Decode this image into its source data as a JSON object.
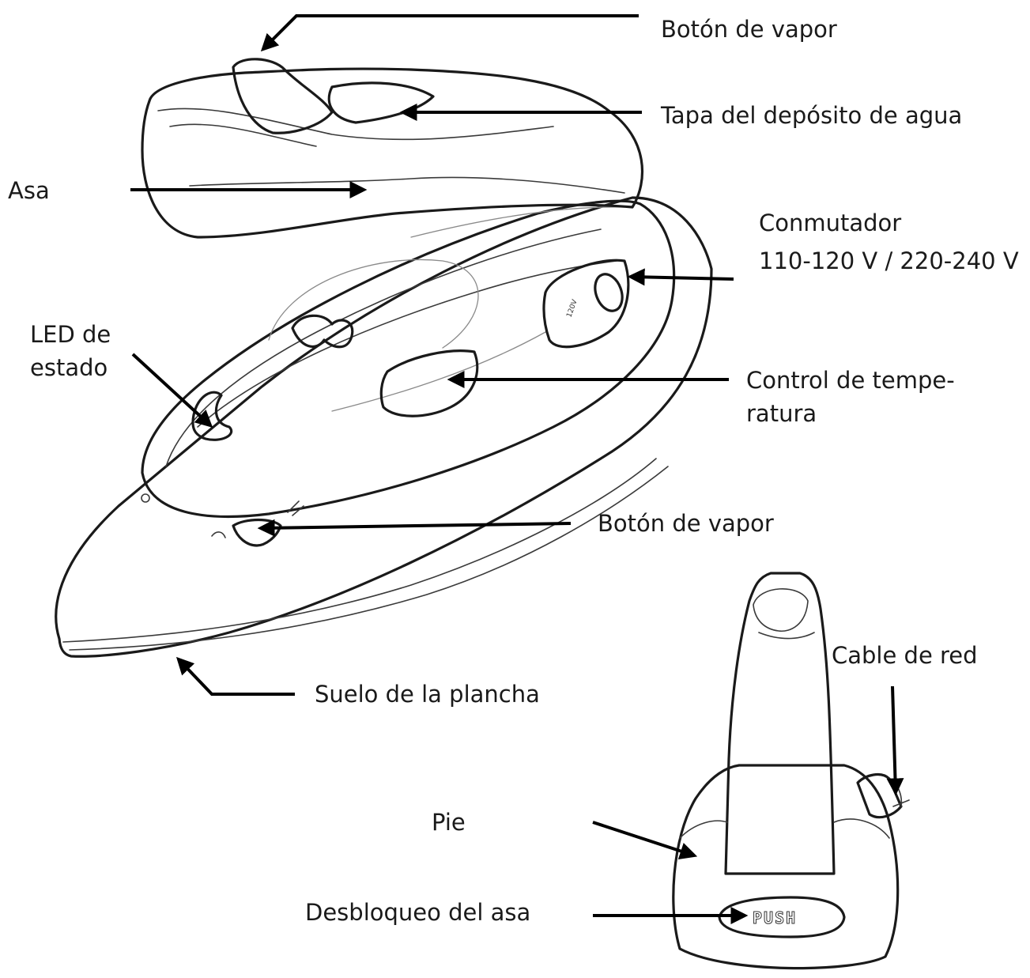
{
  "labels": {
    "steam_button_top": "Botón de vapor",
    "water_tank_lid": "Tapa del depósito de agua",
    "handle": "Asa",
    "voltage_switch_line1": "Conmutador",
    "voltage_switch_line2": "110-120 V / 220-240 V",
    "status_led_line1": "LED de",
    "status_led_line2": "estado",
    "temperature_control_line1": "Control de tempe-",
    "temperature_control_line2": "ratura",
    "steam_button_side": "Botón de vapor",
    "soleplate": "Suelo de la plancha",
    "power_cable": "Cable de red",
    "foot": "Pie",
    "handle_release": "Desbloqueo del asa"
  },
  "embossed": {
    "push": "PUSH",
    "voltage_mark": "120V"
  }
}
